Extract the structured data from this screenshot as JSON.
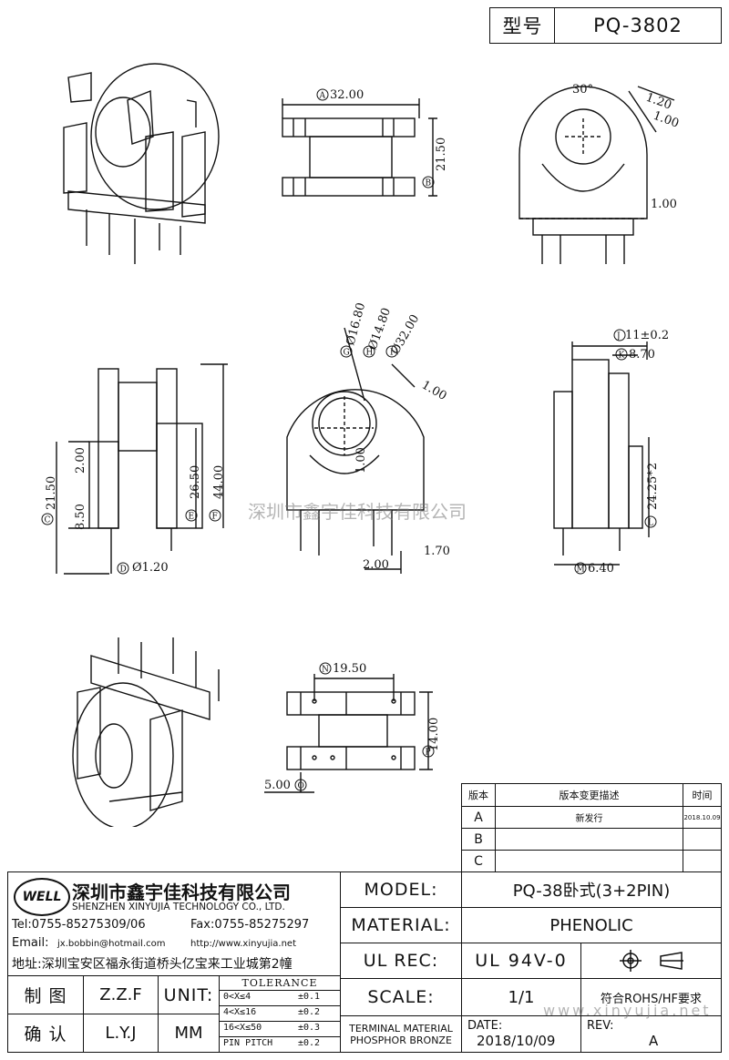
{
  "header": {
    "type_label": "型号",
    "part_no": "PQ-3802"
  },
  "dimensions": {
    "d_a": "32.00",
    "h_b": "21.50",
    "angle": "30°",
    "t1": "1.20",
    "t2": "1.00",
    "t3": "1.00",
    "d_g": "Ø16.80",
    "d_h": "Ø14.80",
    "d_i": "Ø32.00",
    "t4": "1.00",
    "t5": "1.00",
    "c": "21.50",
    "s2": "2.00",
    "s3": "8.50",
    "e": "26.50",
    "f": "44.00",
    "d_pin": "Ø1.20",
    "p1": "2.00",
    "p2": "1.70",
    "j": "11±0.2",
    "k": "8.70",
    "l": "24.25*2",
    "m": "6.40",
    "n": "19.50",
    "o": "5.00",
    "p": "14.00"
  },
  "callout_letters": [
    "A",
    "B",
    "C",
    "D",
    "E",
    "F",
    "G",
    "H",
    "I",
    "J",
    "K",
    "L",
    "M",
    "N",
    "O",
    "P"
  ],
  "revision": {
    "headers": [
      "版本",
      "版本变更描述",
      "时间"
    ],
    "rows": [
      {
        "ver": "A",
        "desc": "新发行",
        "date": "2018.10.09"
      },
      {
        "ver": "B",
        "desc": "",
        "date": ""
      },
      {
        "ver": "C",
        "desc": "",
        "date": ""
      }
    ]
  },
  "company": {
    "logo": "WELL",
    "name_cn": "深圳市鑫宇佳科技有限公司",
    "name_en": "SHENZHEN XINYUJIA TECHNOLOGY CO., LTD.",
    "tel": "Tel:0755-85275309/06",
    "fax": "Fax:0755-85275297",
    "email_label": "Email:",
    "email": "jx.bobbin@hotmail.com",
    "web": "http://www.xinyujia.net",
    "address": "地址:深圳宝安区福永街道桥头亿宝来工业城第2幢"
  },
  "titleblock": {
    "model_label": "MODEL:",
    "model": "PQ-38卧式(3+2PIN)",
    "material_label": "MATERIAL:",
    "material": "PHENOLIC",
    "ulrec_label": "UL REC:",
    "ulrec": "UL 94V-0",
    "scale_label": "SCALE:",
    "scale": "1/1",
    "rohs": "符合ROHS/HF要求",
    "drawn_label": "制 图",
    "drawn": "Z.Z.F",
    "check_label": "确 认",
    "check": "L.Y.J",
    "unit_label": "UNIT:",
    "unit": "MM",
    "tolerance_label": "TOLERANCE",
    "tolerance": [
      {
        "range": "0<X≤4",
        "tol": "±0.1"
      },
      {
        "range": "4<X≤16",
        "tol": "±0.2"
      },
      {
        "range": "16<X≤50",
        "tol": "±0.3"
      },
      {
        "range": "PIN PITCH",
        "tol": "±0.2"
      }
    ],
    "terminal_label": "TERMINAL MATERIAL",
    "terminal": "PHOSPHOR BRONZE",
    "date_label": "DATE:",
    "date": "2018/10/09",
    "rev_label": "REV:",
    "rev": "A"
  },
  "watermark": {
    "text1": "深圳市鑫宇佳科技有限公司",
    "text2": "www.xinyujia.net"
  }
}
